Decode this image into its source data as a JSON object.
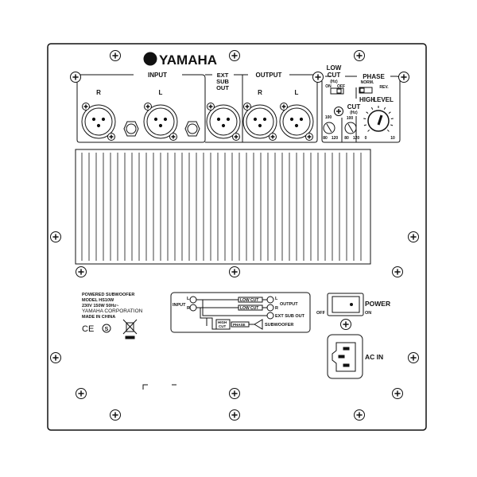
{
  "brand": "YAMAHA",
  "input": {
    "title": "INPUT",
    "r": "R",
    "l": "L"
  },
  "ext_sub_out": {
    "line1": "EXT",
    "line2": "SUB",
    "line3": "OUT"
  },
  "output": {
    "title": "OUTPUT",
    "r": "R",
    "l": "L"
  },
  "low_cut": {
    "line1": "LOW",
    "line2": "CUT",
    "unit": "(Hz)",
    "on": "ON",
    "off": "OFF",
    "top": "100",
    "min": "80",
    "max": "120"
  },
  "high_cut": {
    "line1": "HIGH",
    "line2": "CUT",
    "unit": "(Hz)",
    "top": "100",
    "min": "80",
    "max": "120"
  },
  "phase": {
    "title": "PHASE",
    "norm": "NORM.",
    "rev": "REV."
  },
  "level": {
    "title": "LEVEL",
    "min": "0",
    "max": "10"
  },
  "label_plate": {
    "line1": "POWERED SUBWOOFER",
    "line2": "MODEL HS10W",
    "line3": "230V 150W 50Hz~",
    "line4": "YAMAHA CORPORATION",
    "line5": "MADE IN CHINA",
    "ce": "CE",
    "s_mark": "S"
  },
  "diagram": {
    "input": "INPUT",
    "l": "L",
    "r": "R",
    "low_cut": "LOW CUT",
    "output": "OUTPUT",
    "ext_sub_out": "EXT SUB OUT",
    "high_cut_1": "HIGH",
    "high_cut_2": "CUT",
    "phase": "PHASE",
    "subwoofer": "SUBWOOFER"
  },
  "power": {
    "label": "POWER",
    "off": "OFF",
    "on": "ON"
  },
  "ac_in": "AC IN"
}
